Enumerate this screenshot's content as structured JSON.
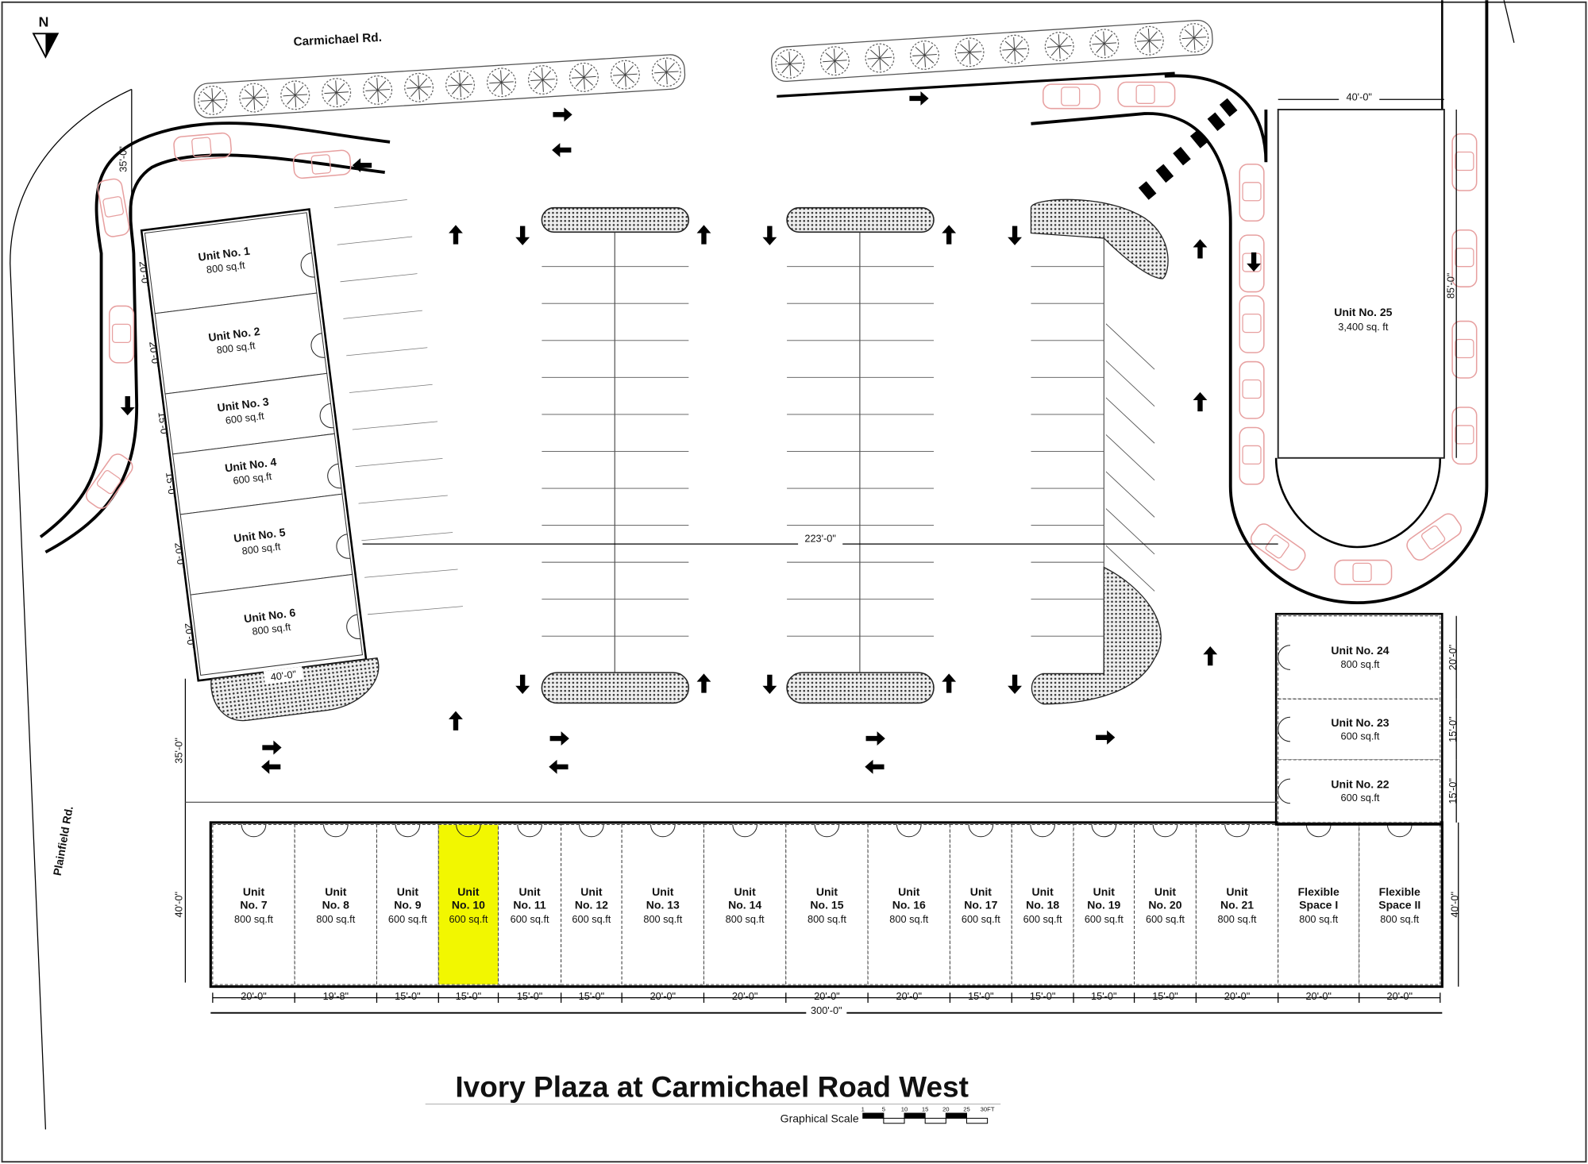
{
  "title": "Ivory Plaza at Carmichael Road West",
  "north_label": "N",
  "roads": {
    "carmichael": "Carmichael Rd.",
    "plainfield": "Plainfield Rd."
  },
  "scale": {
    "label": "Graphical Scale",
    "ticks": [
      "1",
      "5",
      "10",
      "15",
      "20",
      "25",
      "30FT"
    ]
  },
  "colors": {
    "highlight": "#f2f700",
    "car": "#e7a0a0"
  },
  "left_building": {
    "units": [
      {
        "name": "Unit No. 1",
        "area": "800 sq.ft",
        "dim": "20'-0\""
      },
      {
        "name": "Unit No. 2",
        "area": "800 sq.ft",
        "dim": "20'-0\""
      },
      {
        "name": "Unit No. 3",
        "area": "600 sq.ft",
        "dim": "15'-0\""
      },
      {
        "name": "Unit No. 4",
        "area": "600 sq.ft",
        "dim": "15'-0\""
      },
      {
        "name": "Unit No. 5",
        "area": "800 sq.ft",
        "dim": "20'-0\""
      },
      {
        "name": "Unit No. 6",
        "area": "800 sq.ft",
        "dim": "20'-0\""
      }
    ],
    "width_dim": "40'-0\"",
    "setback_top": "35'-0\"",
    "setback_bottom": "35'-0\""
  },
  "bottom_row": {
    "units": [
      {
        "line1": "Unit",
        "line2": "No. 7",
        "area": "800 sq.ft",
        "dim": "20'-0\"",
        "highlighted": false
      },
      {
        "line1": "Unit",
        "line2": "No. 8",
        "area": "800 sq.ft",
        "dim": "19'-8\"",
        "highlighted": false
      },
      {
        "line1": "Unit",
        "line2": "No. 9",
        "area": "600 sq.ft",
        "dim": "15'-0\"",
        "highlighted": false
      },
      {
        "line1": "Unit",
        "line2": "No. 10",
        "area": "600 sq.ft",
        "dim": "15'-0\"",
        "highlighted": true
      },
      {
        "line1": "Unit",
        "line2": "No. 11",
        "area": "600 sq.ft",
        "dim": "15'-0\"",
        "highlighted": false
      },
      {
        "line1": "Unit",
        "line2": "No. 12",
        "area": "600 sq.ft",
        "dim": "15'-0\"",
        "highlighted": false
      },
      {
        "line1": "Unit",
        "line2": "No. 13",
        "area": "800 sq.ft",
        "dim": "20'-0\"",
        "highlighted": false
      },
      {
        "line1": "Unit",
        "line2": "No. 14",
        "area": "800 sq.ft",
        "dim": "20'-0\"",
        "highlighted": false
      },
      {
        "line1": "Unit",
        "line2": "No. 15",
        "area": "800 sq.ft",
        "dim": "20'-0\"",
        "highlighted": false
      },
      {
        "line1": "Unit",
        "line2": "No. 16",
        "area": "800 sq.ft",
        "dim": "20'-0\"",
        "highlighted": false
      },
      {
        "line1": "Unit",
        "line2": "No. 17",
        "area": "600 sq.ft",
        "dim": "15'-0\"",
        "highlighted": false
      },
      {
        "line1": "Unit",
        "line2": "No. 18",
        "area": "600 sq.ft",
        "dim": "15'-0\"",
        "highlighted": false
      },
      {
        "line1": "Unit",
        "line2": "No. 19",
        "area": "600 sq.ft",
        "dim": "15'-0\"",
        "highlighted": false
      },
      {
        "line1": "Unit",
        "line2": "No. 20",
        "area": "600 sq.ft",
        "dim": "15'-0\"",
        "highlighted": false
      },
      {
        "line1": "Unit",
        "line2": "No. 21",
        "area": "800 sq.ft",
        "dim": "20'-0\"",
        "highlighted": false
      },
      {
        "line1": "Flexible",
        "line2": "Space I",
        "area": "800 sq.ft",
        "dim": "20'-0\"",
        "highlighted": false
      },
      {
        "line1": "Flexible",
        "line2": "Space II",
        "area": "800 sq.ft",
        "dim": "20'-0\"",
        "highlighted": false
      }
    ],
    "depth_dim_left": "40'-0\"",
    "depth_dim_right": "40'-0\"",
    "total_dim": "300'-0\""
  },
  "right_units": [
    {
      "name": "Unit No. 24",
      "area": "800 sq.ft",
      "dim": "20'-0\""
    },
    {
      "name": "Unit No. 23",
      "area": "600 sq.ft",
      "dim": "15'-0\""
    },
    {
      "name": "Unit No. 22",
      "area": "600 sq.ft",
      "dim": "15'-0\""
    }
  ],
  "unit_25": {
    "name": "Unit No. 25",
    "area": "3,400 sq. ft",
    "width_dim": "40'-0\"",
    "depth_dim": "85'-0\""
  },
  "parking_span_dim": "223'-0\""
}
